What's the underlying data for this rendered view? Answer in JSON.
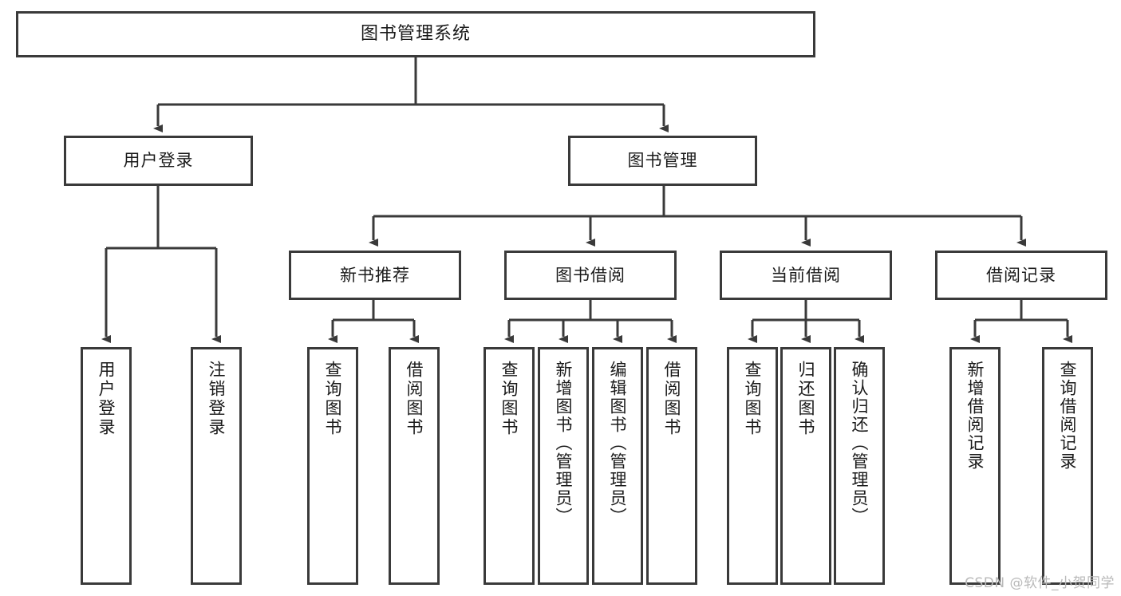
{
  "diagram": {
    "title": "图书管理系统",
    "type": "tree-hierarchy-diagram",
    "root": {
      "label": "图书管理系统"
    },
    "level2": [
      {
        "label": "用户登录"
      },
      {
        "label": "图书管理"
      }
    ],
    "level3": [
      {
        "label": "新书推荐"
      },
      {
        "label": "图书借阅"
      },
      {
        "label": "当前借阅"
      },
      {
        "label": "借阅记录"
      }
    ],
    "leaves": [
      {
        "label": "用户登录",
        "parent": "用户登录"
      },
      {
        "label": "注销登录",
        "parent": "用户登录"
      },
      {
        "label": "查询图书",
        "parent": "新书推荐"
      },
      {
        "label": "借阅图书",
        "parent": "新书推荐"
      },
      {
        "label": "查询图书",
        "parent": "图书借阅"
      },
      {
        "label": "新增图书（管理员）",
        "parent": "图书借阅"
      },
      {
        "label": "编辑图书（管理员）",
        "parent": "图书借阅"
      },
      {
        "label": "借阅图书",
        "parent": "图书借阅"
      },
      {
        "label": "查询图书",
        "parent": "当前借阅"
      },
      {
        "label": "归还图书",
        "parent": "当前借阅"
      },
      {
        "label": "确认归还（管理员）",
        "parent": "当前借阅"
      },
      {
        "label": "新增借阅记录",
        "parent": "借阅记录"
      },
      {
        "label": "查询借阅记录",
        "parent": "借阅记录"
      }
    ]
  },
  "watermark": {
    "text": "CSDN @软件_小贺同学"
  },
  "colors": {
    "border": "#3a3a3a",
    "background": "#ffffff",
    "text": "#1a1a1a",
    "watermark": "#b9b9b9"
  }
}
